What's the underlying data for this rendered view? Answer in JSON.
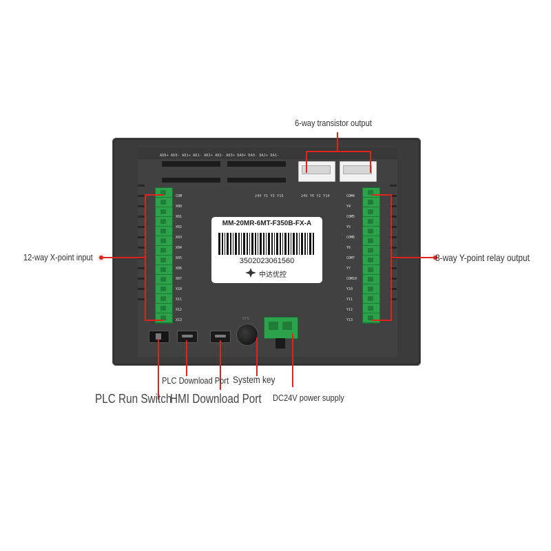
{
  "device": {
    "model": "MM-20MR-6MT-F350B-FX-A",
    "serial": "3502023061560",
    "brand": "中达优控",
    "top_analog_labels": [
      "AD0+",
      "AD0-",
      "AD1+",
      "AD1-",
      "AD2+",
      "AD2-",
      "AD3+",
      "DA0+",
      "DA0-",
      "DA1+",
      "DA1-"
    ],
    "transistor_labels_left": "24V  Y1  Y3  Y15",
    "transistor_labels_right": "24V  Y0  Y2  Y14",
    "x_inputs": [
      "COM",
      "X00",
      "X01",
      "X02",
      "X03",
      "X04",
      "X05",
      "X06",
      "X07",
      "X10",
      "X11",
      "X12",
      "X13"
    ],
    "y_outputs": [
      "COM4",
      "Y4",
      "COM5",
      "Y5",
      "COM6",
      "Y6",
      "COM7",
      "Y7",
      "COM10",
      "Y10",
      "Y11",
      "Y12",
      "Y13"
    ],
    "sys_label": "SYS"
  },
  "callouts": {
    "transistor_output": "6-way transistor output",
    "x_input": "12-way X-point input",
    "y_output": "8-way Y-point relay output",
    "plc_download": "PLC Download Port",
    "system_key": "System key",
    "plc_run_switch": "PLC Run Switch",
    "hmi_download": "HMI Download Port",
    "power_supply": "DC24V power supply"
  },
  "colors": {
    "accent_red": "#e0241b",
    "terminal_green": "#2ca24a",
    "device_body": "#3b3b3b"
  }
}
